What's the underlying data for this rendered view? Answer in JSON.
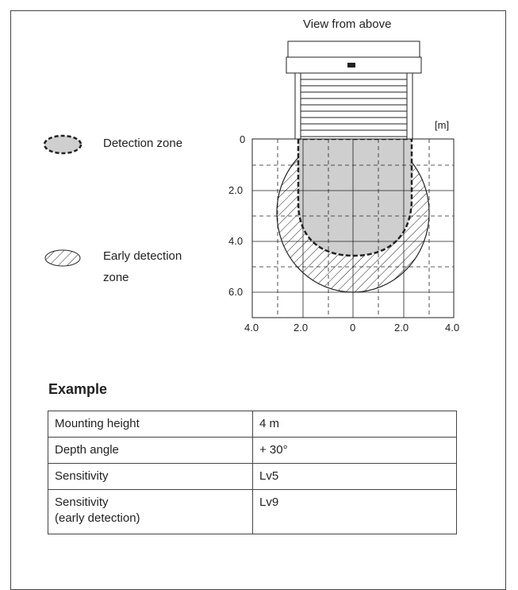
{
  "header": {
    "view_label": "View from above"
  },
  "legend": {
    "detection_zone": "Detection zone",
    "early_detection_line1": "Early detection",
    "early_detection_line2": "zone"
  },
  "diagram": {
    "unit_label": "[m]",
    "y_ticks": [
      "0",
      "2.0",
      "4.0",
      "6.0"
    ],
    "x_ticks": [
      "4.0",
      "2.0",
      "0",
      "2.0",
      "4.0"
    ]
  },
  "example": {
    "title": "Example",
    "rows": [
      {
        "label": "Mounting height",
        "value": "4 m"
      },
      {
        "label": "Depth angle",
        "value": "+ 30°"
      },
      {
        "label": "Sensitivity",
        "value": "Lv5"
      },
      {
        "label_line1": "Sensitivity",
        "label_line2": "(early detection)",
        "value": "Lv9"
      }
    ]
  },
  "colors": {
    "zone_fill": "#cfcfcf",
    "line": "#222222"
  }
}
